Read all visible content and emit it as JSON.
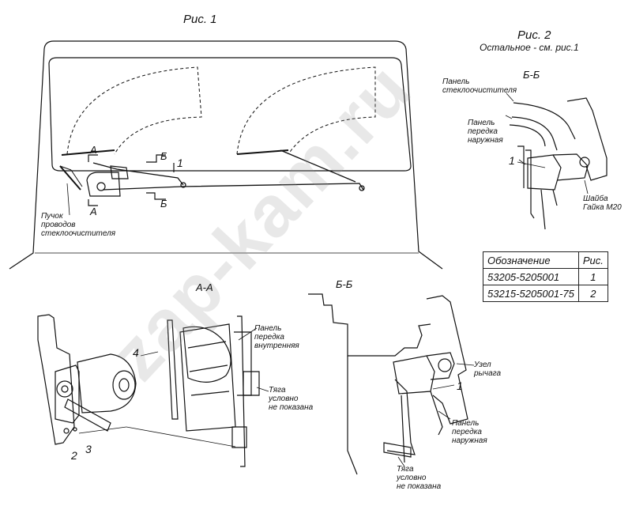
{
  "figure1": {
    "title": "Рис. 1",
    "harness_label": [
      "Пучок",
      "проводов",
      "стеклоочистителя"
    ]
  },
  "figure2": {
    "title": "Рис. 2",
    "subtitle": "Остальное - см. рис.1",
    "section_title": "Б-Б",
    "labels": {
      "panel_wiper": [
        "Панель",
        "стеклоочистителя"
      ],
      "panel_front_outer": [
        "Панель",
        "передка",
        "наружная"
      ],
      "washer_nut": [
        "Шайба",
        "Гайка М20"
      ]
    }
  },
  "section_marks": {
    "a": "А",
    "b": "Б"
  },
  "section_aa": {
    "title": "А-А",
    "labels": {
      "panel_front_inner": [
        "Панель",
        "передка",
        "внутренняя"
      ],
      "rod_not_shown": [
        "Тяга",
        "условно",
        "не показана"
      ]
    }
  },
  "section_bb": {
    "title": "Б-Б",
    "labels": {
      "lever_unit": [
        "Узел",
        "рычага"
      ],
      "panel_front_outer": [
        "Панель",
        "передка",
        "наружная"
      ],
      "rod_not_shown": [
        "Тяга",
        "условно",
        "не показана"
      ]
    }
  },
  "callouts": {
    "n1": "1",
    "n2": "2",
    "n3": "3",
    "n4": "4"
  },
  "spec_table": {
    "header": [
      "Обозначение",
      "Рис."
    ],
    "rows": [
      [
        "53205-5205001",
        "1"
      ],
      [
        "53215-5205001-75",
        "2"
      ]
    ]
  },
  "watermark": "zap-kam.ru"
}
